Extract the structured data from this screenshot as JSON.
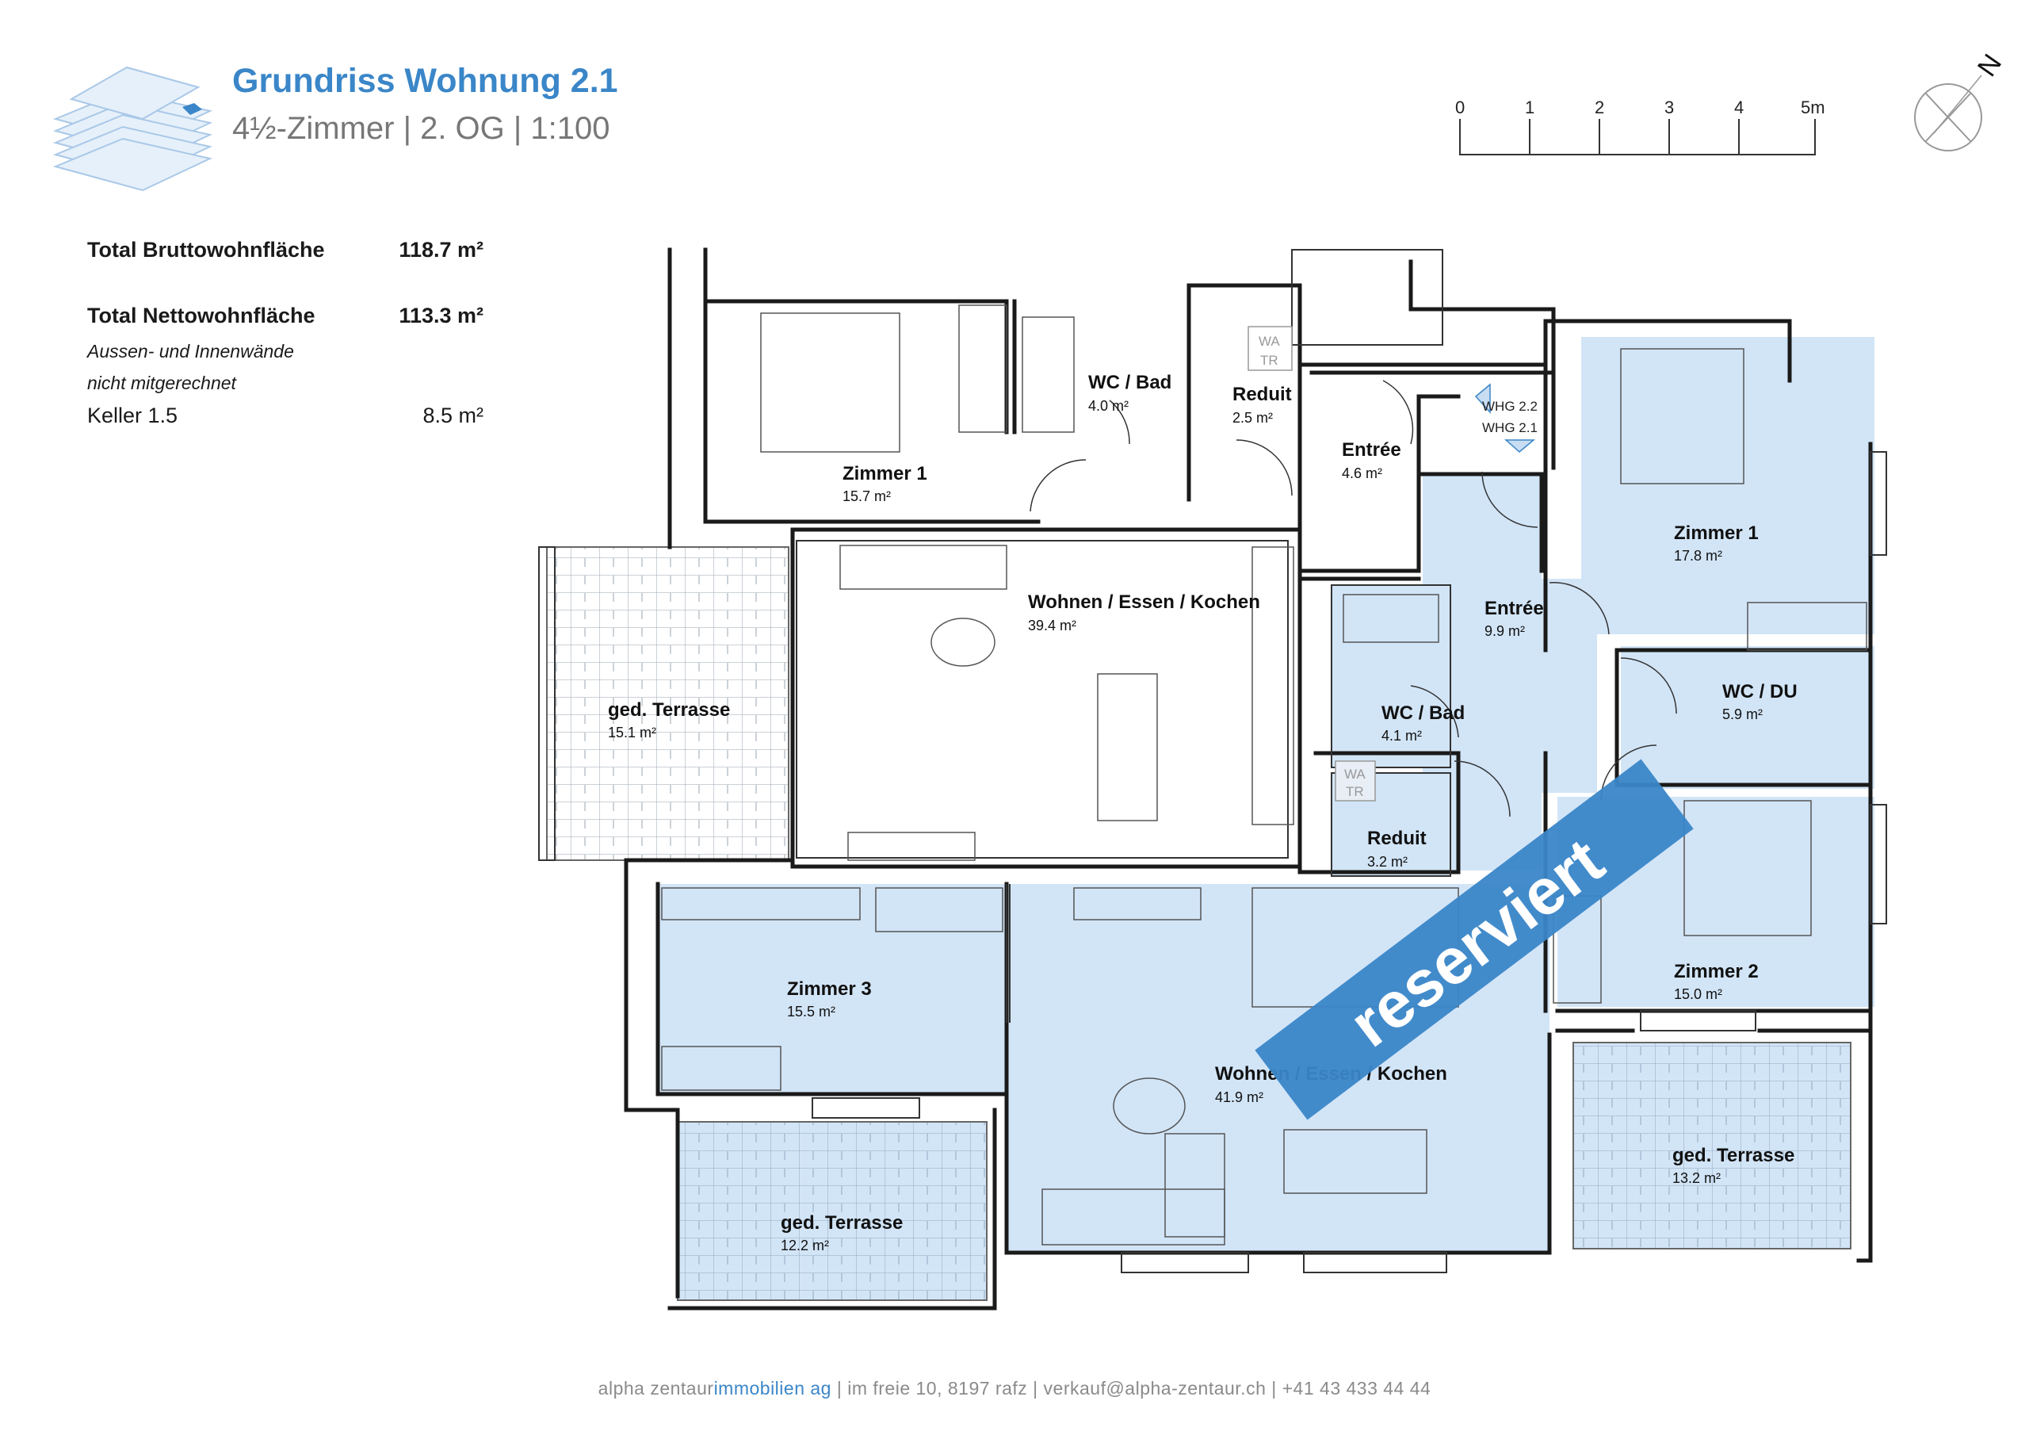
{
  "header": {
    "title": "Grundriss Wohnung 2.1",
    "subtitle": "4½-Zimmer | 2. OG | 1:100"
  },
  "stats": {
    "brutto_label": "Total Bruttowohnfläche",
    "brutto_value": "118.7 m²",
    "netto_label": "Total Nettowohnfläche",
    "netto_value": "113.3 m²",
    "note_line1": "Aussen- und Innenwände",
    "note_line2": "nicht mitgerechnet",
    "keller_label": "Keller 1.5",
    "keller_value": "8.5 m²"
  },
  "scale_bar": {
    "ticks": [
      "0",
      "1",
      "2",
      "3",
      "4",
      "5m"
    ]
  },
  "compass": {
    "label": "N"
  },
  "rooms": {
    "top_zimmer1": {
      "name": "Zimmer 1",
      "area": "15.7 m²"
    },
    "top_wc_bad": {
      "name": "WC / Bad",
      "area": "4.0 m²"
    },
    "top_reduit": {
      "name": "Reduit",
      "area": "2.5 m²"
    },
    "top_entree": {
      "name": "Entrée",
      "area": "4.6 m²"
    },
    "top_wohnen": {
      "name": "Wohnen / Essen / Kochen",
      "area": "39.4 m²"
    },
    "left_terrasse": {
      "name": "ged. Terrasse",
      "area": "15.1 m²"
    },
    "entree": {
      "name": "Entrée",
      "area": "9.9 m²"
    },
    "zimmer1": {
      "name": "Zimmer 1",
      "area": "17.8 m²"
    },
    "wc_du": {
      "name": "WC / DU",
      "area": "5.9 m²"
    },
    "wc_bad": {
      "name": "WC / Bad",
      "area": "4.1 m²"
    },
    "reduit": {
      "name": "Reduit",
      "area": "3.2 m²"
    },
    "zimmer2": {
      "name": "Zimmer 2",
      "area": "15.0 m²"
    },
    "zimmer3": {
      "name": "Zimmer 3",
      "area": "15.5 m²"
    },
    "wohnen": {
      "name": "Wohnen / Essen / Kochen",
      "area": "41.9 m²"
    },
    "terrasse_right": {
      "name": "ged. Terrasse",
      "area": "13.2 m²"
    },
    "terrasse_bottom": {
      "name": "ged. Terrasse",
      "area": "12.2 m²"
    }
  },
  "labels": {
    "wa": "WA",
    "tr": "TR",
    "whg22": "WHG 2.2",
    "whg21": "WHG 2.1",
    "stamp": "reserviert"
  },
  "footer": {
    "company_a": "alpha zentaur",
    "company_b": "immobilien ag",
    "rest": " | im freie 10, 8197 rafz | verkauf@alpha-zentaur.ch | +41 43 433 44 44"
  },
  "colors": {
    "accent": "#3a86c8",
    "room_fill": "#d2e5f7",
    "stamp": "#3a86c8"
  }
}
